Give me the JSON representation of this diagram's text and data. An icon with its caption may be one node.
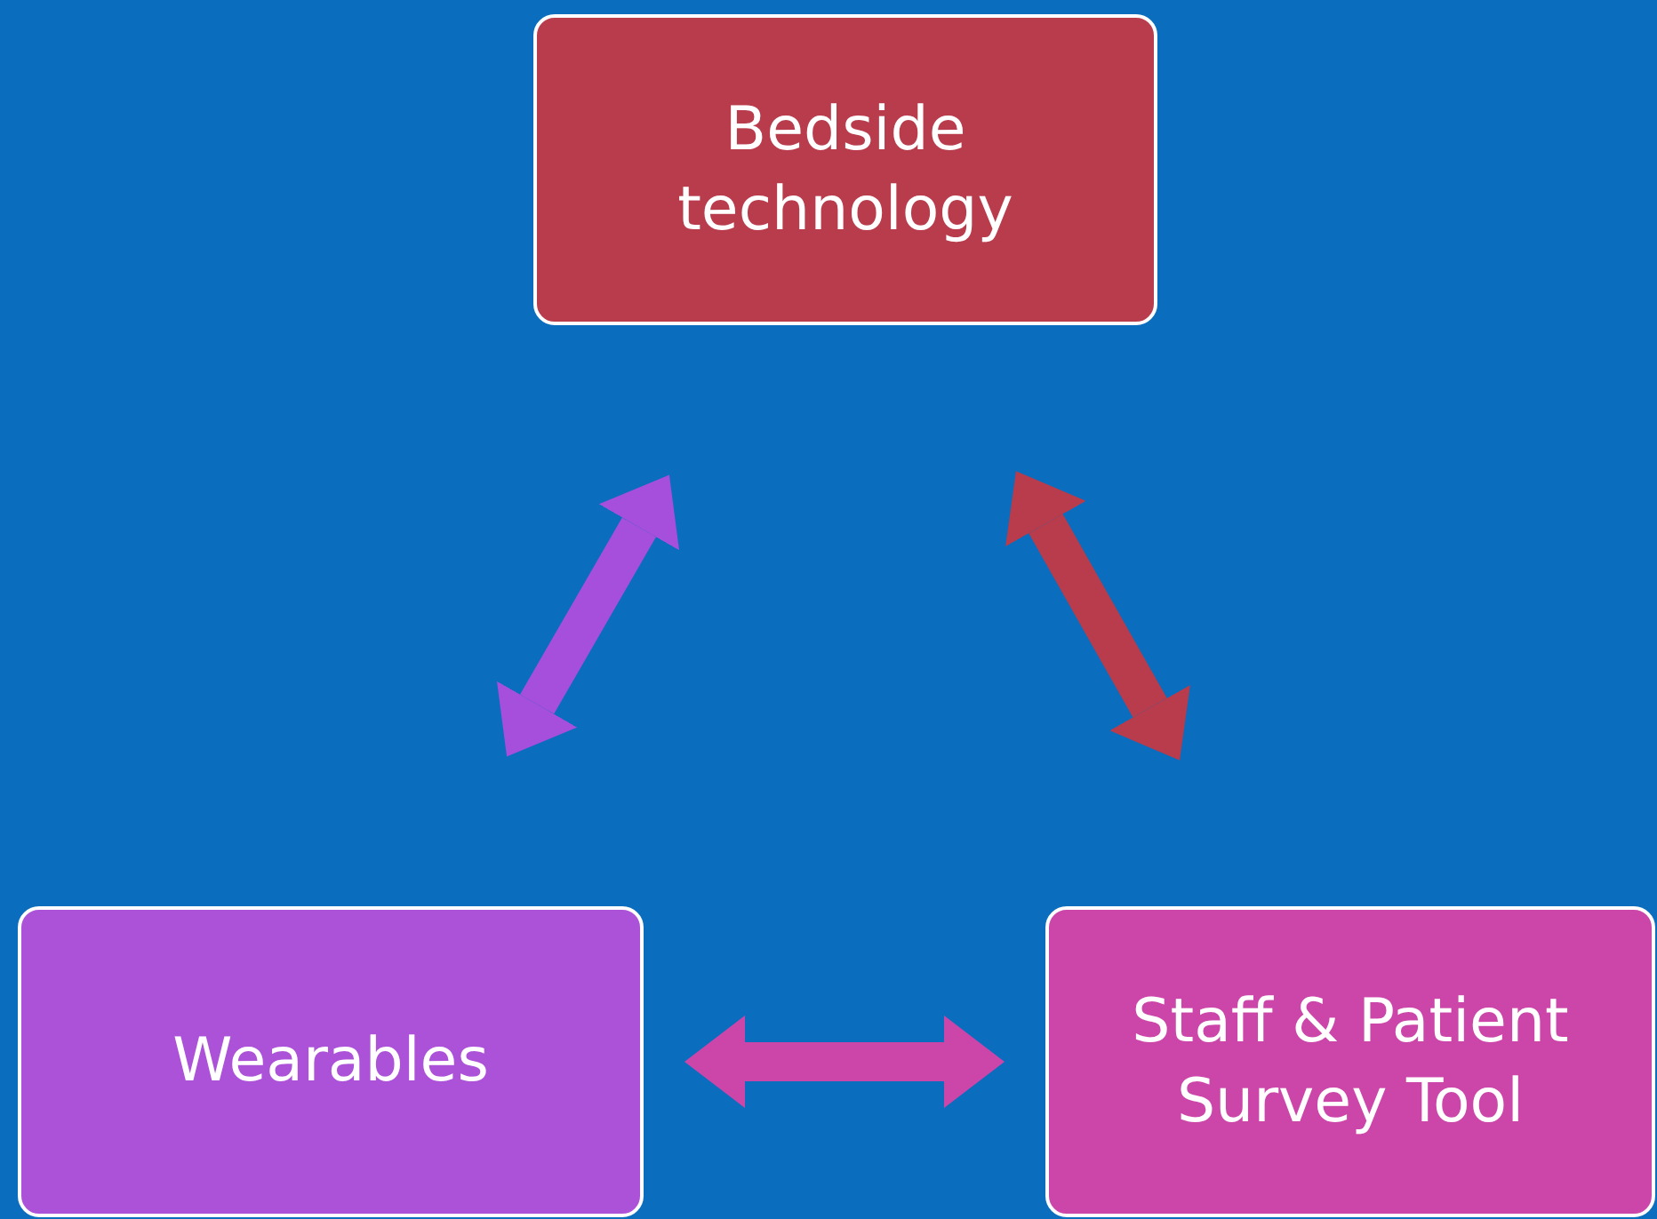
{
  "diagram": {
    "nodes": [
      {
        "text": [
          "Bedside technology"
        ]
      },
      {
        "text": [
          "Wearables"
        ]
      },
      {
        "text": [
          "Staff & Patient Survey Tool"
        ]
      }
    ],
    "edges": [
      {
        "from": 0,
        "to": 1,
        "arrow": "both",
        "color": "#a64fdc"
      },
      {
        "from": 0,
        "to": 2,
        "arrow": "both",
        "color": "#b83c4c"
      },
      {
        "from": 1,
        "to": 2,
        "arrow": "both",
        "color": "#cc46aa"
      }
    ]
  }
}
